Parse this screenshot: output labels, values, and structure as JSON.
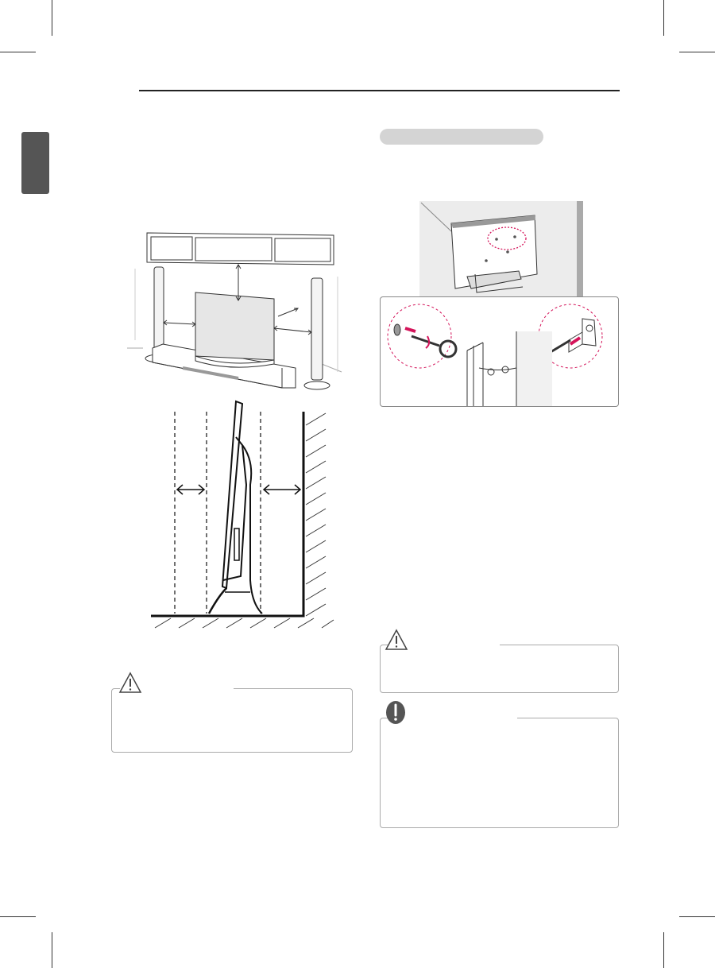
{
  "page": {
    "section_tab": {
      "color": "#555555"
    },
    "subheading_pill": {
      "color": "#d4d4d4"
    },
    "accent_color": "#d4145a",
    "left_column": {
      "figures": [
        "tv-clearance-room-illustration",
        "tv-wall-clearance-side-view"
      ],
      "caution_box": {
        "icon": "warning-triangle-icon",
        "text": ""
      }
    },
    "right_column": {
      "figures": [
        "tv-back-wall-illustration",
        "eye-bolt-bracket-strap-illustration"
      ],
      "caution_box": {
        "icon": "warning-triangle-icon",
        "text": ""
      },
      "note_box": {
        "icon": "exclamation-note-icon",
        "text": ""
      }
    }
  }
}
